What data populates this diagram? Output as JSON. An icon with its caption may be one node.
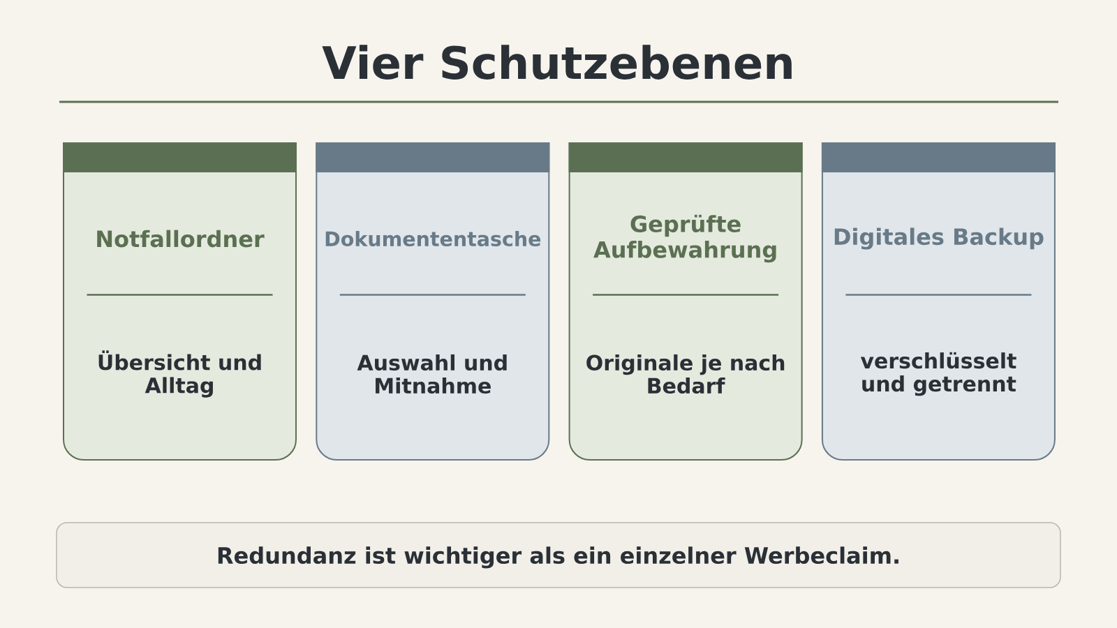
{
  "diagram": {
    "title": "Vier Schutzebenen",
    "nodes": [
      {
        "text": [
          "Notfallordner",
          "Übersicht und Alltag"
        ]
      },
      {
        "text": [
          "Dokumententasche",
          "Auswahl und Mitnahme"
        ]
      },
      {
        "text": [
          "Geprüfte Aufbewahrung",
          "Originale je nach Bedarf"
        ]
      },
      {
        "text": [
          "Digitales Backup",
          "verschlüsselt und getrennt"
        ]
      },
      {
        "text": [
          "Redundanz ist wichtiger als ein einzelner Werbeclaim."
        ]
      }
    ]
  }
}
